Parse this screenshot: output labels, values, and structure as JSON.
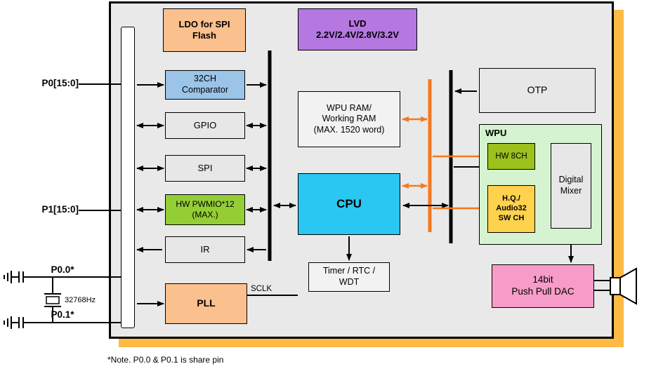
{
  "diagram": {
    "note": "*Note. P0.0 & P0.1 is share pin",
    "pins": {
      "p0_bus": "P0[15:0]",
      "p1_bus": "P1[15:0]",
      "p0_0": "P0.0*",
      "p0_1": "P0.1*",
      "crystal_freq": "32768Hz",
      "sclk": "SCLK"
    },
    "blocks": {
      "ldo": {
        "line1": "LDO for SPI",
        "line2": "Flash"
      },
      "lvd": {
        "line1": "LVD",
        "line2": "2.2V/2.4V/2.8V/3.2V"
      },
      "comparator": {
        "line1": "32CH",
        "line2": "Comparator"
      },
      "gpio": "GPIO",
      "spi": "SPI",
      "pwmio": {
        "line1": "HW PWMIO*12",
        "line2": "(MAX.)"
      },
      "ir": "IR",
      "pll": "PLL",
      "wpu_ram": {
        "line1": "WPU RAM/",
        "line2": "Working RAM",
        "line3": "(MAX. 1520 word)"
      },
      "cpu": "CPU",
      "timer": {
        "line1": "Timer / RTC /",
        "line2": "WDT"
      },
      "otp": "OTP",
      "wpu": {
        "label": "WPU",
        "hw8ch": "HW 8CH",
        "hq": {
          "line1": "H.Q./",
          "line2": "Audio32",
          "line3": "SW CH"
        },
        "mixer": {
          "line1": "Digital",
          "line2": "Mixer"
        }
      },
      "dac": {
        "line1": "14bit",
        "line2": "Push Pull DAC"
      }
    },
    "colors": {
      "shadow": "#FDBA45",
      "panel_bg": "#E9E9E9",
      "orange_bus": "#F4791F",
      "ldo_pll": "#FAC08E",
      "lvd": "#B577E0",
      "comparator": "#9CC3E8",
      "pwmio": "#94CE35",
      "cpu": "#29C7F2",
      "wpu_bg": "#D5F3D0",
      "hw8ch": "#9CC11C",
      "hq": "#FFD24D",
      "dac": "#F79CC8"
    }
  }
}
